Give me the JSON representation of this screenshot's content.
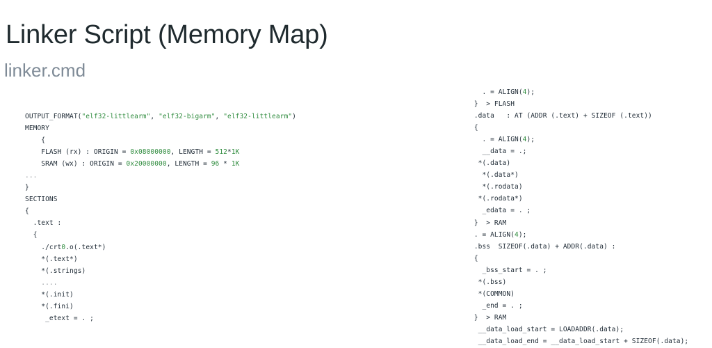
{
  "slide": {
    "title": "Linker Script (Memory Map)",
    "subtitle": "linker.cmd"
  },
  "colors": {
    "title": "#1f2a2e",
    "subtitle": "#7f8b97",
    "code_text": "#1c2833",
    "code_string": "#2e8b3d",
    "code_number": "#2e8b3d",
    "background": "#ffffff"
  },
  "code_left": {
    "name": "linker.cmd",
    "lines": [
      [
        {
          "t": "OUTPUT_FORMAT(",
          "c": "plain"
        },
        {
          "t": "\"elf32-littlearm\"",
          "c": "str"
        },
        {
          "t": ", ",
          "c": "plain"
        },
        {
          "t": "\"elf32-bigarm\"",
          "c": "str"
        },
        {
          "t": ", ",
          "c": "plain"
        },
        {
          "t": "\"elf32-littlearm\"",
          "c": "str"
        },
        {
          "t": ")",
          "c": "plain"
        }
      ],
      [
        {
          "t": "MEMORY",
          "c": "plain"
        }
      ],
      [
        {
          "t": "    {",
          "c": "plain"
        }
      ],
      [
        {
          "t": "    FLASH (rx) : ORIGIN = ",
          "c": "plain"
        },
        {
          "t": "0x08000000",
          "c": "num"
        },
        {
          "t": ", LENGTH = ",
          "c": "plain"
        },
        {
          "t": "512",
          "c": "num"
        },
        {
          "t": "*",
          "c": "plain"
        },
        {
          "t": "1K",
          "c": "num"
        }
      ],
      [
        {
          "t": "    SRAM (wx) : ORIGIN = ",
          "c": "plain"
        },
        {
          "t": "0x20000000",
          "c": "num"
        },
        {
          "t": ", LENGTH = ",
          "c": "plain"
        },
        {
          "t": "96",
          "c": "num"
        },
        {
          "t": " * ",
          "c": "plain"
        },
        {
          "t": "1K",
          "c": "num"
        }
      ],
      [
        {
          "t": "...",
          "c": "dim"
        }
      ],
      [
        {
          "t": "}",
          "c": "plain"
        }
      ],
      [
        {
          "t": "SECTIONS",
          "c": "plain"
        }
      ],
      [
        {
          "t": "{",
          "c": "plain"
        }
      ],
      [
        {
          "t": "  .text :",
          "c": "plain"
        }
      ],
      [
        {
          "t": "  {",
          "c": "plain"
        }
      ],
      [
        {
          "t": "    ./crt",
          "c": "plain"
        },
        {
          "t": "0",
          "c": "num"
        },
        {
          "t": ".o(.text*)",
          "c": "plain"
        }
      ],
      [
        {
          "t": "    *(.text*)",
          "c": "plain"
        }
      ],
      [
        {
          "t": "    *(.strings)",
          "c": "plain"
        }
      ],
      [
        {
          "t": "    ....",
          "c": "dim"
        }
      ],
      [
        {
          "t": "    *(.init)",
          "c": "plain"
        }
      ],
      [
        {
          "t": "    *(.fini)",
          "c": "plain"
        }
      ],
      [
        {
          "t": "     _etext = . ;",
          "c": "plain"
        }
      ]
    ]
  },
  "code_right": {
    "lines": [
      [
        {
          "t": "   . = ALIGN(",
          "c": "plain"
        },
        {
          "t": "4",
          "c": "num"
        },
        {
          "t": ");",
          "c": "plain"
        }
      ],
      [
        {
          "t": " }  > FLASH",
          "c": "plain"
        }
      ],
      [
        {
          "t": " .data   : AT (ADDR (.text) + SIZEOF (.text))",
          "c": "plain"
        }
      ],
      [
        {
          "t": " {",
          "c": "plain"
        }
      ],
      [
        {
          "t": "   . = ALIGN(",
          "c": "plain"
        },
        {
          "t": "4",
          "c": "num"
        },
        {
          "t": ");",
          "c": "plain"
        }
      ],
      [
        {
          "t": "   __data = .;",
          "c": "plain"
        }
      ],
      [
        {
          "t": "  *(.data)",
          "c": "plain"
        }
      ],
      [
        {
          "t": "   *(.data*)",
          "c": "plain"
        }
      ],
      [
        {
          "t": "   *(.rodata)",
          "c": "plain"
        }
      ],
      [
        {
          "t": "  *(.rodata*)",
          "c": "plain"
        }
      ],
      [
        {
          "t": "   _edata = . ;",
          "c": "plain"
        }
      ],
      [
        {
          "t": " }  > RAM",
          "c": "plain"
        }
      ],
      [
        {
          "t": " . = ALIGN(",
          "c": "plain"
        },
        {
          "t": "4",
          "c": "num"
        },
        {
          "t": ");",
          "c": "plain"
        }
      ],
      [
        {
          "t": " .bss  SIZEOF(.data) + ADDR(.data) :",
          "c": "plain"
        }
      ],
      [
        {
          "t": " {",
          "c": "plain"
        }
      ],
      [
        {
          "t": "   _bss_start = . ;",
          "c": "plain"
        }
      ],
      [
        {
          "t": "  *(.bss)",
          "c": "plain"
        }
      ],
      [
        {
          "t": "  *(COMMON)",
          "c": "plain"
        }
      ],
      [
        {
          "t": "   _end = . ;",
          "c": "plain"
        }
      ],
      [
        {
          "t": " }  > RAM",
          "c": "plain"
        }
      ],
      [
        {
          "t": "  __data_load_start = LOADADDR(.data);",
          "c": "plain"
        }
      ],
      [
        {
          "t": "  __data_load_end = __data_load_start + SIZEOF(.data);",
          "c": "plain"
        }
      ]
    ]
  }
}
